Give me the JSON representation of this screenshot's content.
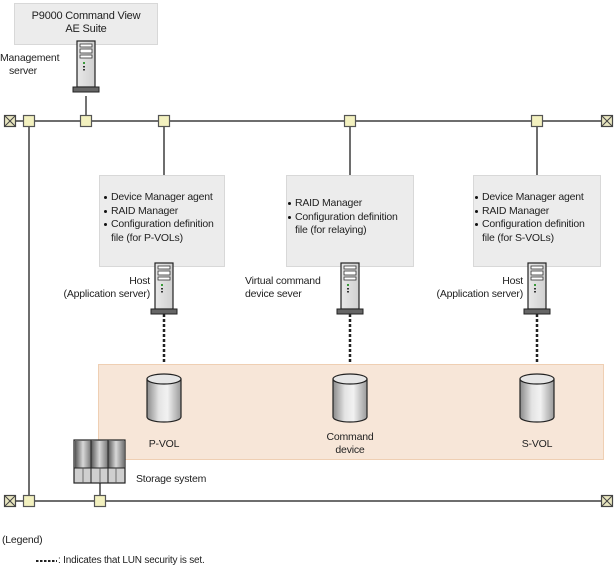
{
  "management": {
    "software_label": "P9000 Command View AE Suite",
    "software_line1": "P9000 Command View",
    "software_line2": "AE Suite",
    "server_line1": "Management",
    "server_line2": "server"
  },
  "hosts": [
    {
      "id": "primary",
      "items": [
        "Device Manager agent",
        "RAID Manager",
        "Configuration definition",
        "file (for P-VOLs)"
      ],
      "bullets": [
        "Device Manager agent",
        "RAID Manager",
        "Configuration definition file (for P-VOLs)"
      ],
      "label_line1": "Host",
      "label_line2": "(Application server)",
      "volume": "P-VOL"
    },
    {
      "id": "relay",
      "items": [
        "RAID Manager",
        "Configuration definition",
        "file (for relaying)"
      ],
      "bullets": [
        "RAID Manager",
        "Configuration definition file (for relaying)"
      ],
      "label_line1": "Virtual command",
      "label_line2": "device sever",
      "volume_line1": "Command",
      "volume_line2": "device"
    },
    {
      "id": "secondary",
      "items": [
        "Device Manager agent",
        "RAID Manager",
        "Configuration definition",
        "file (for S-VOLs)"
      ],
      "bullets": [
        "Device Manager agent",
        "RAID Manager",
        "Configuration definition file (for S-VOLs)"
      ],
      "label_line1": "Host",
      "label_line2": "(Application server)",
      "volume": "S-VOL"
    }
  ],
  "storage": {
    "label": "Storage system"
  },
  "legend": {
    "title": "(Legend)",
    "dash_symbol": "------",
    "text": ": Indicates that LUN security is set."
  },
  "colors": {
    "network_line": "#6e6e6e",
    "node_fill": "#f3f1bf",
    "node_border": "#555555",
    "box_fill": "#ececec",
    "storage_area_fill": "#f7e6d8",
    "storage_area_border": "#efcfb3"
  }
}
